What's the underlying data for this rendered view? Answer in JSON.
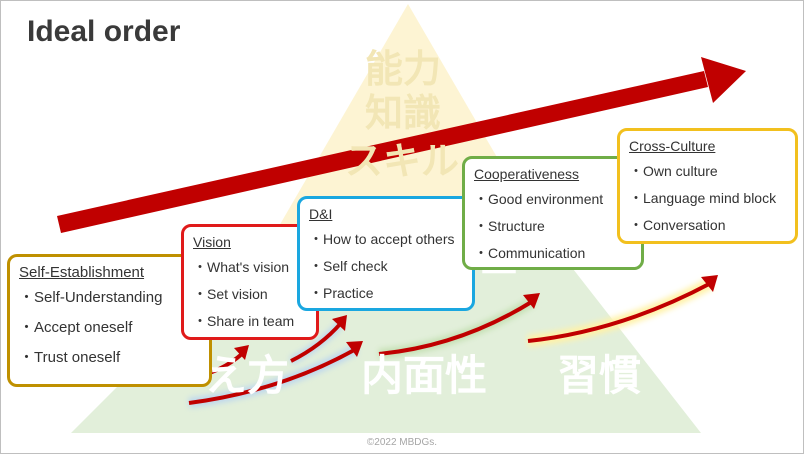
{
  "title": "Ideal order",
  "pyramid": {
    "top_lines": [
      "能力",
      "知識",
      "スキル"
    ],
    "middle_fragment": "土",
    "base_words": [
      "え方",
      "内面性",
      "習慣"
    ]
  },
  "boxes": {
    "self_establishment": {
      "title": "Self-Establishment",
      "items": [
        "・Self-Understanding",
        "・Accept oneself",
        "・Trust oneself"
      ]
    },
    "vision": {
      "title": "Vision",
      "items": [
        "・What's vision",
        "・Set vision",
        "・Share in team"
      ]
    },
    "di": {
      "title": "D&I",
      "items": [
        "・How to accept others",
        "・Self check",
        "・Practice"
      ]
    },
    "cooperativeness": {
      "title": "Cooperativeness",
      "items": [
        "・Good environment",
        "・Structure",
        "・Communication"
      ]
    },
    "cross_culture": {
      "title": "Cross-Culture",
      "items": [
        "・Own culture",
        "・Language mind block",
        "・Conversation"
      ]
    }
  },
  "copyright": "©2022 MBDGs.",
  "colors": {
    "arrow": "#c00000",
    "self_border": "#bf9000",
    "vision_border": "#e01a1a",
    "di_border": "#1aa7e0",
    "coop_border": "#70ad47",
    "cross_border": "#f2c01e",
    "pyramid_top": "#fdf4d3",
    "pyramid_base": "#e2efda"
  }
}
